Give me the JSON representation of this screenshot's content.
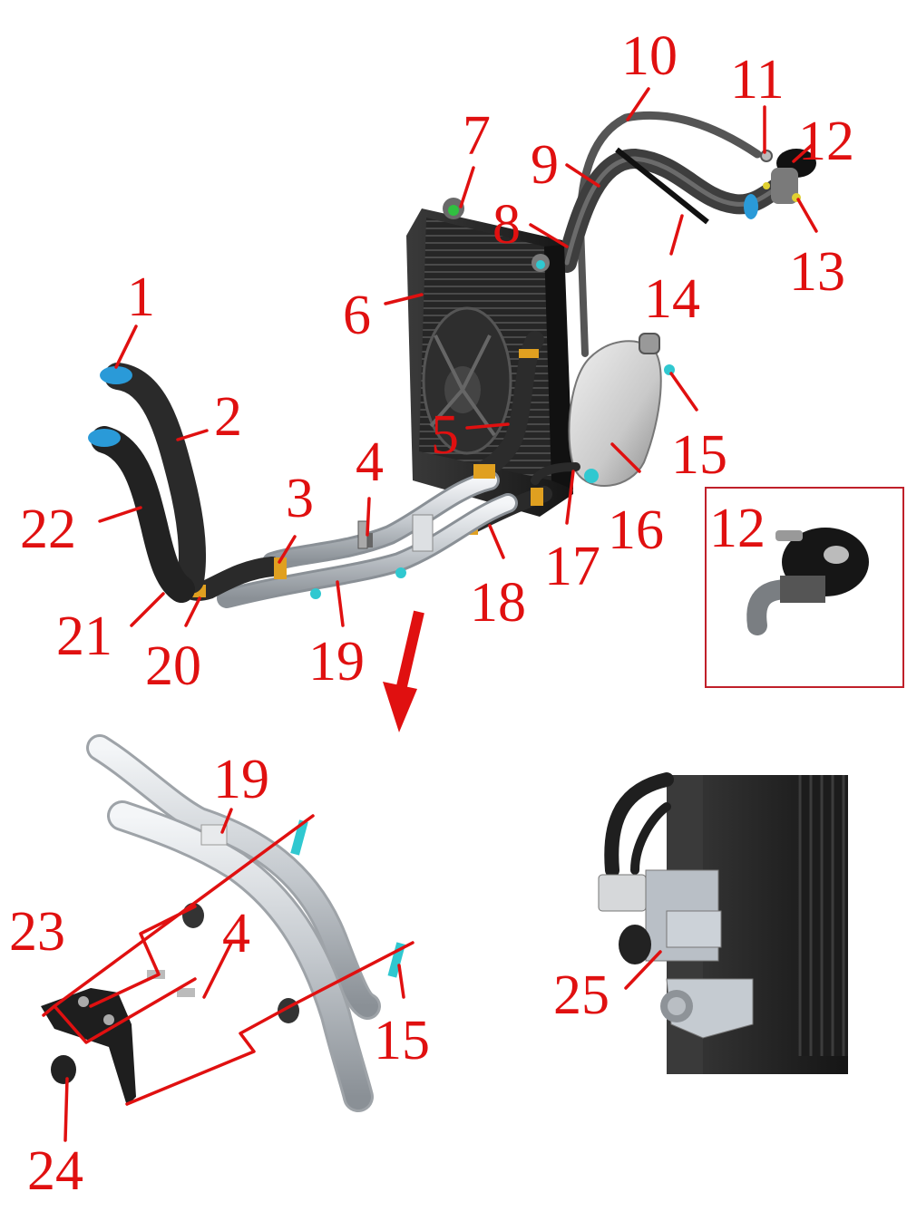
{
  "callouts": [
    {
      "id": "c1",
      "label": "1"
    },
    {
      "id": "c2",
      "label": "2"
    },
    {
      "id": "c3",
      "label": "3"
    },
    {
      "id": "c4",
      "label": "4"
    },
    {
      "id": "c5",
      "label": "5"
    },
    {
      "id": "c6",
      "label": "6"
    },
    {
      "id": "c7",
      "label": "7"
    },
    {
      "id": "c8",
      "label": "8"
    },
    {
      "id": "c9",
      "label": "9"
    },
    {
      "id": "c10",
      "label": "10"
    },
    {
      "id": "c11",
      "label": "11"
    },
    {
      "id": "c12",
      "label": "12"
    },
    {
      "id": "c13",
      "label": "13"
    },
    {
      "id": "c14",
      "label": "14"
    },
    {
      "id": "c15",
      "label": "15"
    },
    {
      "id": "c16",
      "label": "16"
    },
    {
      "id": "c17",
      "label": "17"
    },
    {
      "id": "c18",
      "label": "18"
    },
    {
      "id": "c19",
      "label": "19"
    },
    {
      "id": "c20",
      "label": "20"
    },
    {
      "id": "c21",
      "label": "21"
    },
    {
      "id": "c22",
      "label": "22"
    },
    {
      "id": "c12b",
      "label": "12"
    },
    {
      "id": "c19b",
      "label": "19"
    },
    {
      "id": "c4b",
      "label": "4"
    },
    {
      "id": "c15b",
      "label": "15"
    },
    {
      "id": "c23",
      "label": "23"
    },
    {
      "id": "c24",
      "label": "24"
    },
    {
      "id": "c25",
      "label": "25"
    }
  ],
  "colors": {
    "callout": "#e01010",
    "hose": "#2a2a2a",
    "pipe": "#c8ccd0",
    "radiator": "#1e1e1e",
    "clamp_orange": "#e0a020",
    "clamp_blue": "#2a9ad8",
    "fastener_cyan": "#30c8d0"
  }
}
